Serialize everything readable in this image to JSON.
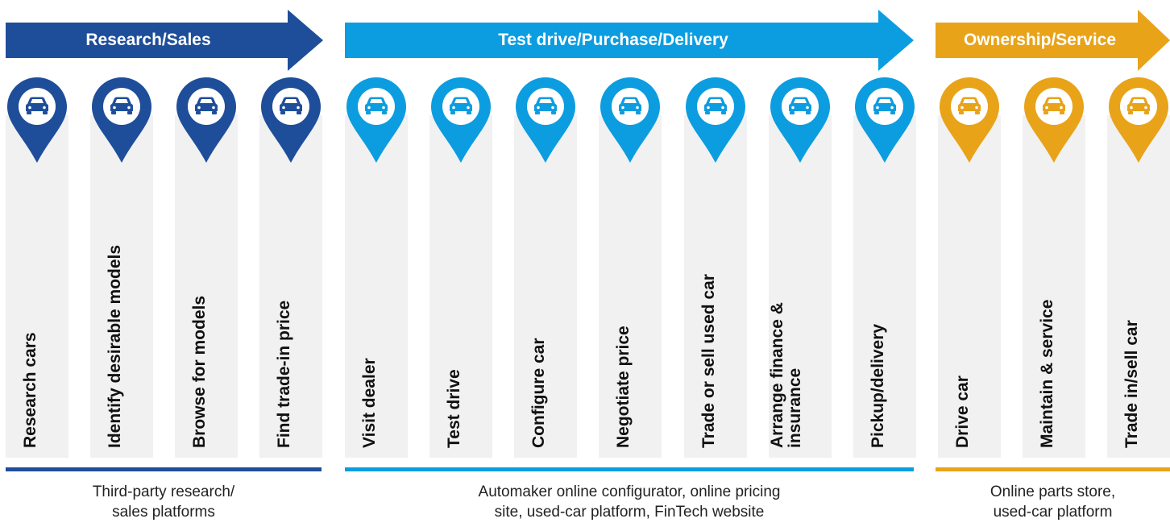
{
  "colors": {
    "dark_blue": "#1e4e9a",
    "light_blue": "#0b9de0",
    "orange": "#e8a319",
    "column_bg": "#f1f1f1"
  },
  "phases": [
    {
      "title": "Research/Sales",
      "color": "#1e4e9a"
    },
    {
      "title": "Test drive/Purchase/Delivery",
      "color": "#0b9de0"
    },
    {
      "title": "Ownership/Service",
      "color": "#e8a319"
    }
  ],
  "steps": [
    {
      "label": "Research cars",
      "phase": 0,
      "icon": "car-icon"
    },
    {
      "label": "Identify desirable models",
      "phase": 0,
      "icon": "car-icon"
    },
    {
      "label": "Browse for models",
      "phase": 0,
      "icon": "car-icon"
    },
    {
      "label": "Find trade-in price",
      "phase": 0,
      "icon": "car-icon"
    },
    {
      "label": "Visit dealer",
      "phase": 1,
      "icon": "car-icon"
    },
    {
      "label": "Test drive",
      "phase": 1,
      "icon": "car-icon"
    },
    {
      "label": "Configure car",
      "phase": 1,
      "icon": "car-icon"
    },
    {
      "label": "Negotiate price",
      "phase": 1,
      "icon": "car-icon"
    },
    {
      "label": "Trade or sell used car",
      "phase": 1,
      "icon": "car-icon"
    },
    {
      "label_line1": "Arrange finance &",
      "label_line2": "insurance",
      "phase": 1,
      "icon": "car-icon"
    },
    {
      "label": "Pickup/delivery",
      "phase": 1,
      "icon": "car-icon"
    },
    {
      "label": "Drive car",
      "phase": 2,
      "icon": "car-icon"
    },
    {
      "label": "Maintain & service",
      "phase": 2,
      "icon": "car-icon"
    },
    {
      "label": "Trade in/sell car",
      "phase": 2,
      "icon": "car-icon"
    }
  ],
  "sources": [
    {
      "line1": "Third-party research/",
      "line2": "sales platforms"
    },
    {
      "line1": "Automaker online configurator, online pricing",
      "line2": "site, used-car platform, FinTech website"
    },
    {
      "line1": "Online parts store,",
      "line2": "used-car platform"
    }
  ]
}
